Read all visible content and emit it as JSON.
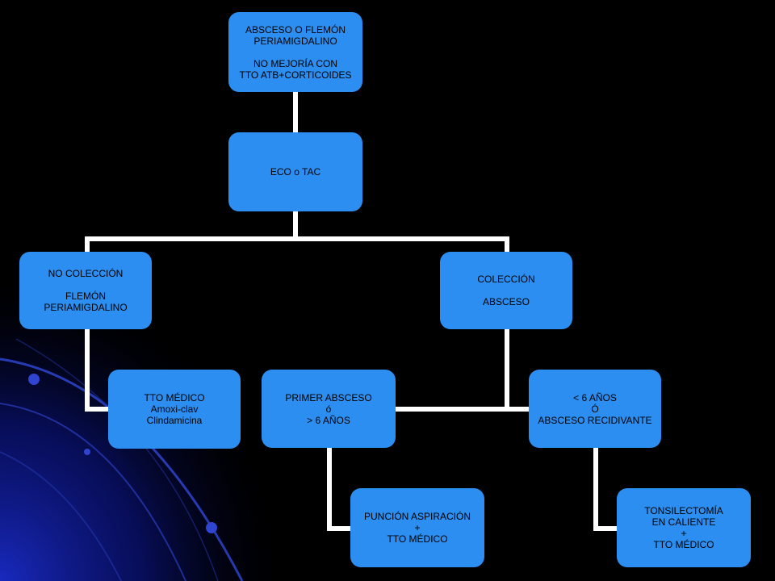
{
  "colors": {
    "background": "#000000",
    "box_fill": "#2b8ef0",
    "connector": "#ffffff",
    "text": "#000000",
    "decor_blue": "#0a1a8c"
  },
  "nodes": {
    "root": {
      "lines": [
        "ABSCESO O FLEMÓN",
        "PERIAMIGDALINO",
        "",
        "NO MEJORÍA CON",
        "TTO ATB+CORTICOIDES"
      ]
    },
    "imaging": {
      "lines": [
        "ECO o TAC"
      ]
    },
    "no_collection": {
      "lines": [
        "NO COLECCIÓN",
        "",
        "FLEMÓN",
        "PERIAMIGDALINO"
      ]
    },
    "collection": {
      "lines": [
        "COLECCIÓN",
        "",
        "ABSCESO"
      ]
    },
    "medical_treatment": {
      "lines": [
        "TTO MÉDICO",
        "Amoxi-clav",
        "Clindamicina"
      ]
    },
    "first_abscess": {
      "lines": [
        "PRIMER ABSCESO",
        "ó",
        "> 6 AÑOS"
      ]
    },
    "recurrent_abscess": {
      "lines": [
        "< 6 AÑOS",
        "Ó",
        "ABSCESO RECIDIVANTE"
      ]
    },
    "puncture": {
      "lines": [
        "PUNCIÓN ASPIRACIÓN",
        "+",
        "TTO MÉDICO"
      ]
    },
    "tonsillectomy": {
      "lines": [
        "TONSILECTOMÍA",
        "EN CALIENTE",
        "+",
        "TTO MÉDICO"
      ]
    }
  },
  "edges": [
    [
      "root",
      "imaging"
    ],
    [
      "imaging",
      "no_collection"
    ],
    [
      "imaging",
      "collection"
    ],
    [
      "no_collection",
      "medical_treatment"
    ],
    [
      "collection",
      "first_abscess"
    ],
    [
      "collection",
      "recurrent_abscess"
    ],
    [
      "first_abscess",
      "puncture"
    ],
    [
      "recurrent_abscess",
      "tonsillectomy"
    ]
  ]
}
